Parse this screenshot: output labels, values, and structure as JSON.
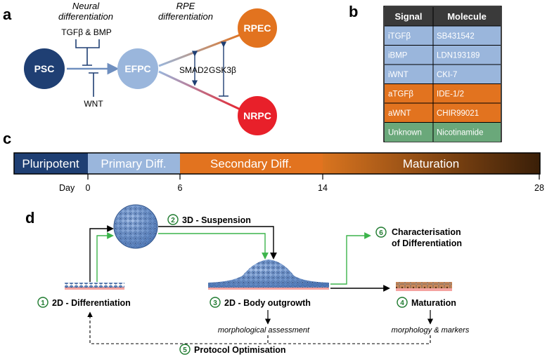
{
  "panel_a": {
    "letter": "a",
    "neural_label_1": "Neural",
    "neural_label_2": "differentiation",
    "rpe_label_1": "RPE",
    "rpe_label_2": "differentiation",
    "tgfb_bmp": "TGFβ & BMP",
    "wnt": "WNT",
    "smad2": "SMAD2",
    "gsk3b": "GSK3β",
    "nodes": {
      "psc": "PSC",
      "efpc": "EFPC",
      "rpec": "RPEC",
      "nrpc": "NRPC"
    },
    "colors": {
      "psc": "#1f3f73",
      "efpc": "#9ab6dc",
      "rpec": "#e2731f",
      "nrpc": "#e8202a"
    }
  },
  "panel_b": {
    "letter": "b",
    "headers": [
      "Signal",
      "Molecule"
    ],
    "rows": [
      {
        "signal": "iTGFβ",
        "molecule": "SB431542",
        "color": "#9ab6dc"
      },
      {
        "signal": "iBMP",
        "molecule": "LDN193189",
        "color": "#9ab6dc"
      },
      {
        "signal": "iWNT",
        "molecule": "CKI-7",
        "color": "#9ab6dc"
      },
      {
        "signal": "aTGFβ",
        "molecule": "IDE-1/2",
        "color": "#e2731f"
      },
      {
        "signal": "aWNT",
        "molecule": "CHIR99021",
        "color": "#e2731f"
      },
      {
        "signal": "Unknown",
        "molecule": "Nicotinamide",
        "color": "#6aa87a"
      }
    ],
    "header_color": "#3a3a3a"
  },
  "panel_c": {
    "letter": "c",
    "stages": [
      {
        "label": "Pluripotent",
        "color": "#1f3f73"
      },
      {
        "label": "Primary Diff.",
        "color": "#9ab6dc"
      },
      {
        "label": "Secondary Diff.",
        "color": "#e2731f"
      },
      {
        "label": "Maturation",
        "color": "#4a2a10"
      }
    ],
    "day_label": "Day",
    "ticks": [
      "0",
      "6",
      "14",
      "28"
    ]
  },
  "panel_d": {
    "letter": "d",
    "steps": [
      {
        "num": "1",
        "label": "2D - Differentiation"
      },
      {
        "num": "2",
        "label": "3D - Suspension"
      },
      {
        "num": "3",
        "label": "2D - Body outgrowth"
      },
      {
        "num": "4",
        "label": "Maturation"
      },
      {
        "num": "5",
        "label": "Protocol Optimisation"
      },
      {
        "num": "6",
        "label_1": "Characterisation",
        "label_2": "of Differentiation"
      }
    ],
    "morph_assessment": "morphological assessment",
    "morph_markers": "morphology & markers"
  }
}
